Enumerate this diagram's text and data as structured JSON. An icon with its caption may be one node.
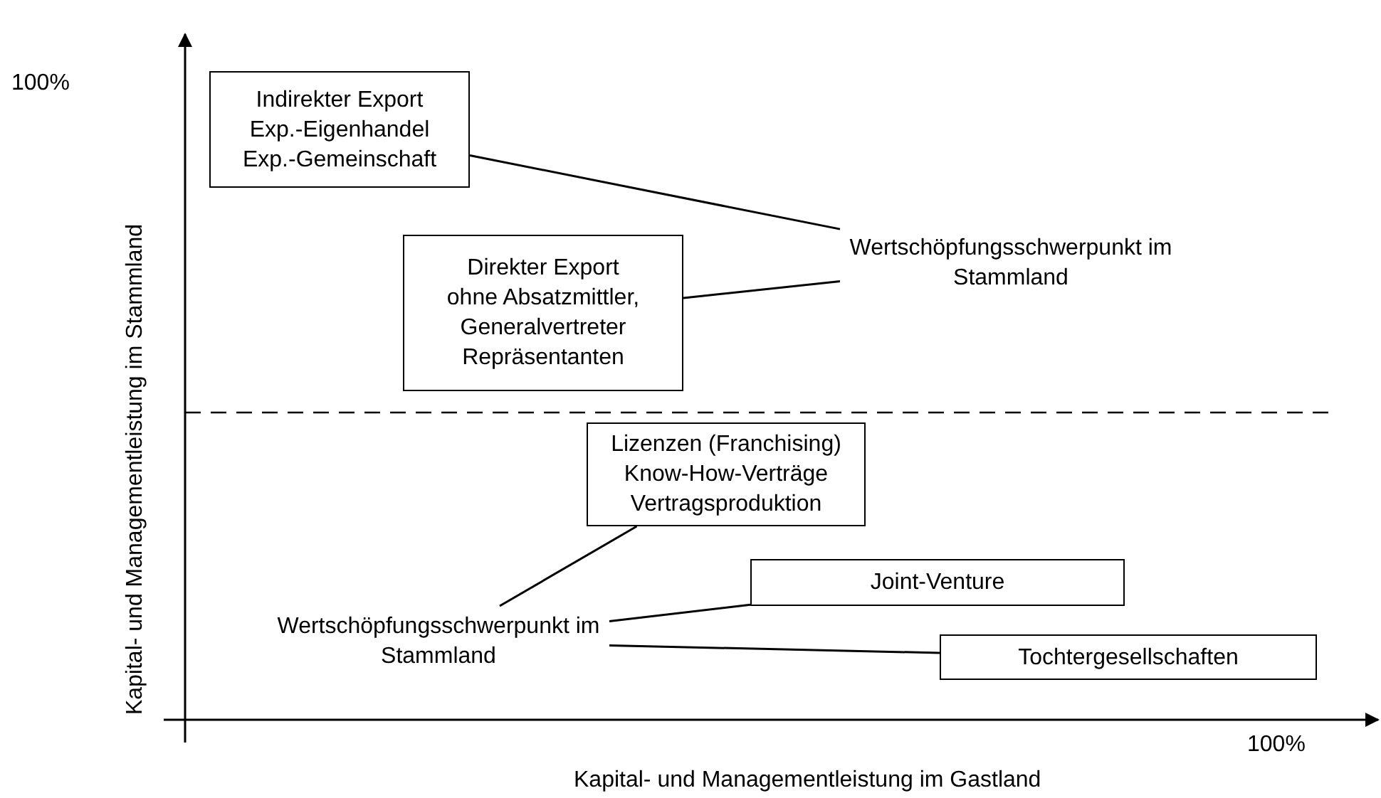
{
  "diagram": {
    "nodes": [
      {
        "text": [
          "Indirekter Export",
          "Exp.-Eigenhandel",
          "Exp.-Gemeinschaft"
        ]
      },
      {
        "text": [
          "Direkter Export",
          "ohne Absatzmittler,",
          "Generalvertreter",
          "Repräsentanten"
        ]
      },
      {
        "text": [
          "Wertschöpfungsschwerpunkt im Stammland"
        ]
      },
      {
        "text": [
          "Lizenzen (Franchising)",
          "Know-How-Verträge",
          "Vertragsproduktion"
        ]
      },
      {
        "text": [
          "Joint-Venture"
        ]
      },
      {
        "text": [
          "Tochtergesellschaften"
        ]
      },
      {
        "text": [
          "Wertschöpfungsschwerpunkt im Stammland"
        ]
      }
    ],
    "edges": [
      {
        "from": 2,
        "to": 0,
        "arrow": "none"
      },
      {
        "from": 2,
        "to": 1,
        "arrow": "none"
      },
      {
        "from": 6,
        "to": 3,
        "arrow": "none"
      },
      {
        "from": 6,
        "to": 4,
        "arrow": "none"
      },
      {
        "from": 6,
        "to": 5,
        "arrow": "none"
      }
    ],
    "labels": [
      "100%",
      "Kapital- und Managementleistung im Stammland",
      "100%",
      "Kapital- und Managementleistung im Gastland"
    ]
  }
}
